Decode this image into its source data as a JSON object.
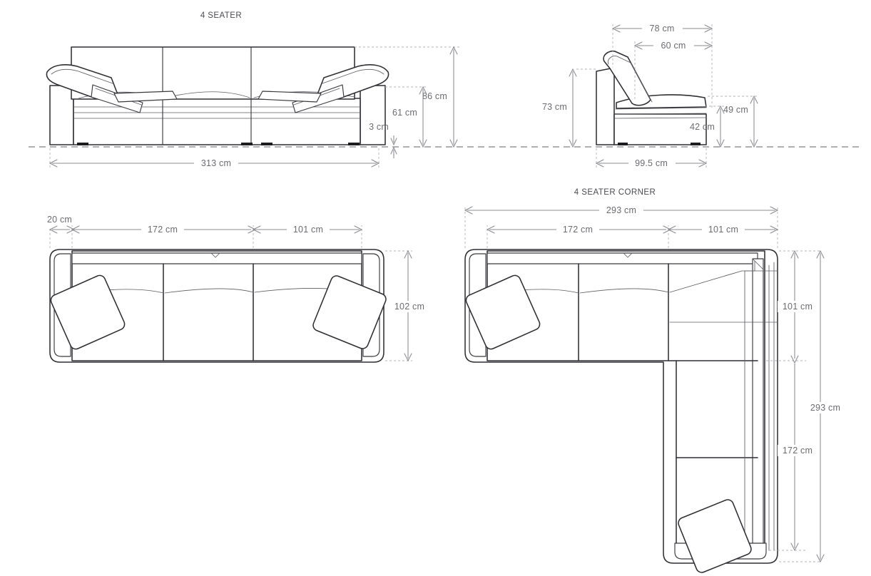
{
  "page": {
    "background": "#ffffff",
    "line_color": "#2f2f33",
    "dim_color": "#8b8c90",
    "text_color": "#6b6c70"
  },
  "views": {
    "front": {
      "title": "4 SEATER",
      "dimensions": {
        "height_total": "86 cm",
        "height_seatback": "61 cm",
        "ground_clearance": "3 cm",
        "width_total": "313 cm"
      }
    },
    "side": {
      "dimensions": {
        "depth_upper": "78 cm",
        "depth_seat": "60 cm",
        "height_back": "73 cm",
        "height_arm": "49 cm",
        "height_seat": "42 cm",
        "depth_total": "99.5 cm"
      }
    },
    "plan_four_seater": {
      "dimensions": {
        "arm_width": "20 cm",
        "module_left": "172 cm",
        "module_right": "101 cm",
        "depth": "102 cm"
      }
    },
    "plan_corner": {
      "title": "4 SEATER CORNER",
      "dimensions": {
        "width_total": "293 cm",
        "module_left": "172 cm",
        "module_right": "101 cm",
        "depth_upper": "101 cm",
        "depth_lower": "172 cm",
        "depth_total": "293 cm"
      }
    }
  }
}
